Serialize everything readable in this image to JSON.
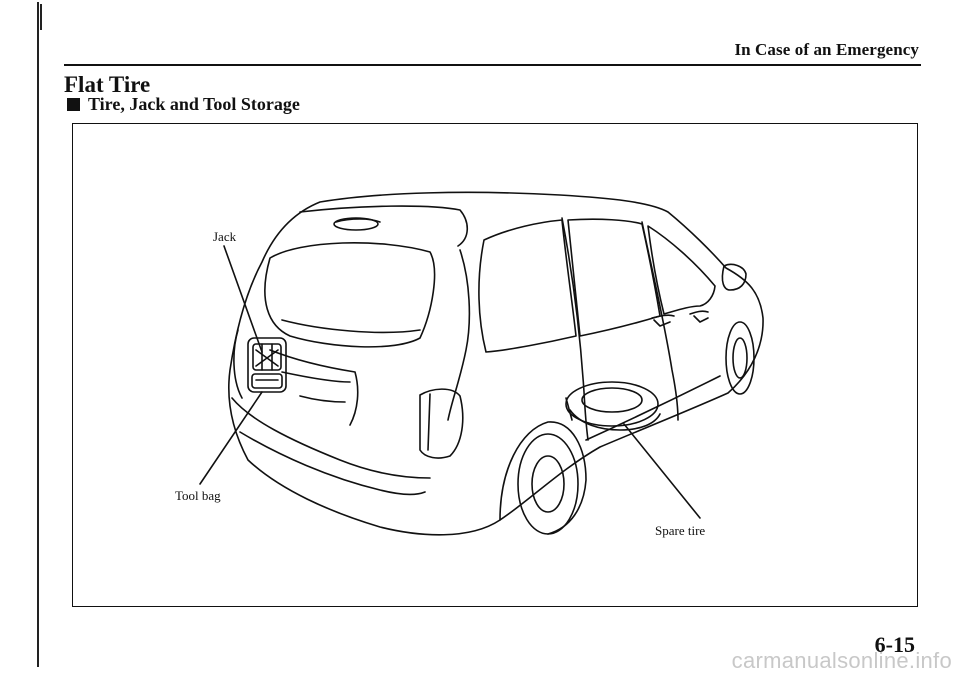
{
  "header": {
    "section_name": "In Case of an Emergency"
  },
  "content": {
    "title": "Flat Tire",
    "subheading": "Tire, Jack and Tool Storage"
  },
  "figure": {
    "callouts": {
      "jack": "Jack",
      "tool_bag": "Tool bag",
      "spare_tire": "Spare tire"
    }
  },
  "footer": {
    "page_number": "6-15",
    "watermark": "carmanualsonline.info"
  }
}
